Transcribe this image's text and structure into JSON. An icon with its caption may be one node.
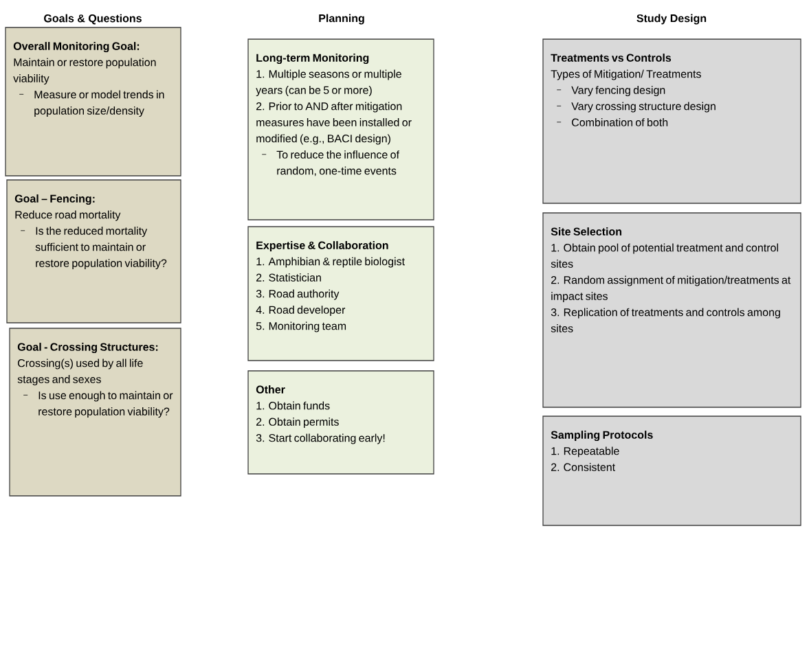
{
  "diagram": {
    "nodes": [
      {
        "text": [
          "Overall Monitoring Goal:",
          "Maintain or restore population viability",
          "Measure or model trends in population size/density"
        ]
      },
      {
        "text": [
          "Goal – Fencing:",
          "Reduce road mortality",
          "Is the reduced mortality sufficient to maintain or restore population viability?"
        ]
      },
      {
        "text": [
          "Goal - Crossing Structures:",
          "Crossing(s) used by all life stages and sexes",
          "Is use enough to maintain or restore population viability?"
        ]
      },
      {
        "text": [
          "Long-term Monitoring",
          "1. Multiple seasons or multiple years (can be 5 or more)",
          "2. Prior to AND after mitigation measures have been installed or modified (e.g., BACI design)",
          "To reduce the influence of random, one-time events"
        ]
      },
      {
        "text": [
          "Expertise & Collaboration",
          "1. Amphibian & reptile biologist",
          "2. Statistician",
          "3. Road authority",
          "4. Road developer",
          "5. Monitoring team"
        ]
      },
      {
        "text": [
          "Other",
          "1. Obtain funds",
          "2. Obtain permits",
          "3. Start collaborating early!"
        ]
      },
      {
        "text": [
          "Treatments vs Controls",
          "Types of Mitigation/ Treatments",
          "Vary fencing design",
          "Vary crossing structure design",
          "Combination of both"
        ]
      },
      {
        "text": [
          "Site Selection",
          "1. Obtain pool of potential treatment and control sites",
          "2. Random assignment of mitigation/treatments at impact sites",
          "3. Replication of treatments and controls among sites"
        ]
      },
      {
        "text": [
          "Sampling Protocols",
          "1. Repeatable",
          "2. Consistent"
        ]
      }
    ],
    "labels": [
      "Goals & Questions",
      "Planning",
      "Study Design"
    ]
  }
}
